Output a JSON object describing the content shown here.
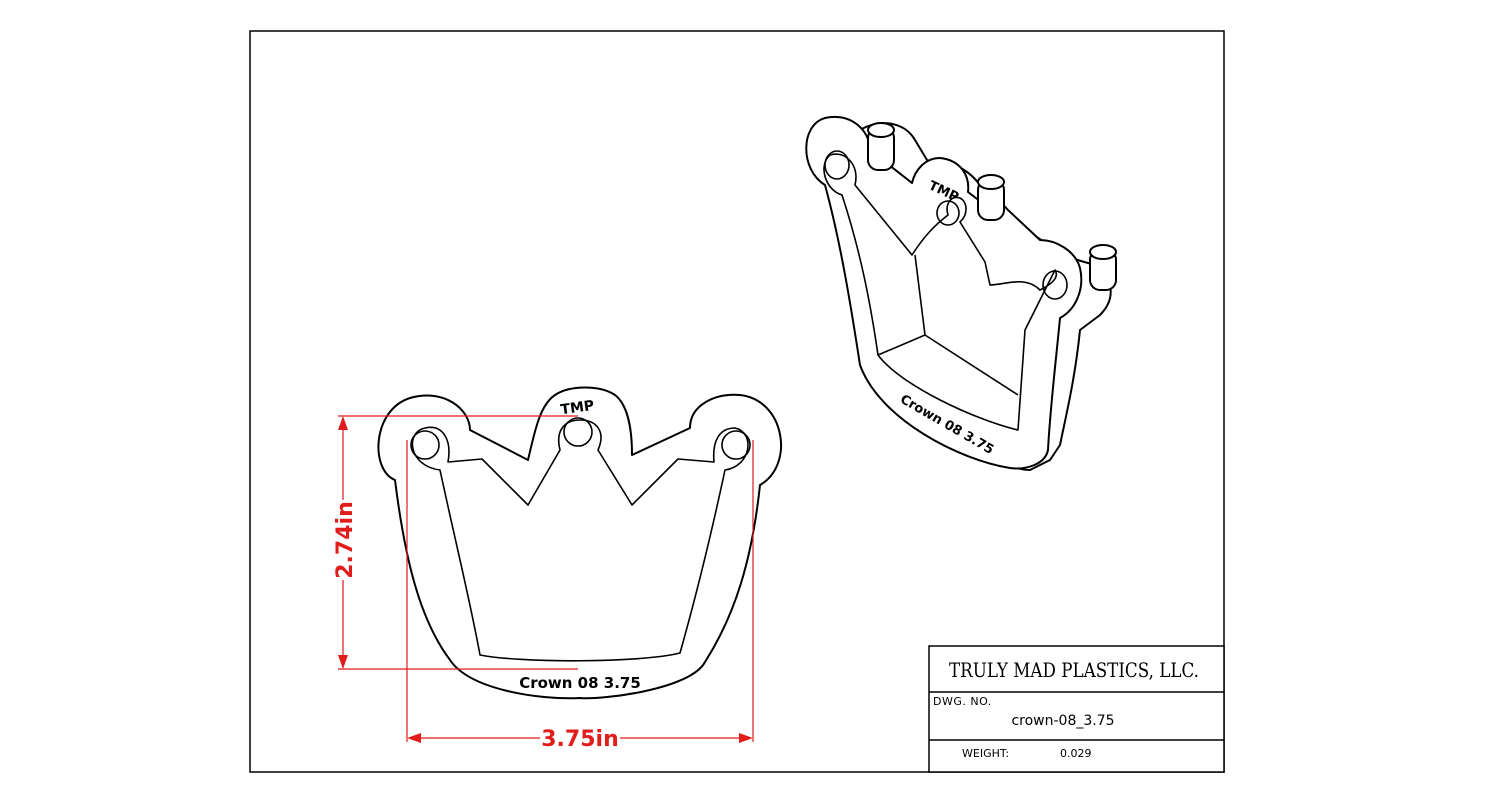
{
  "drawing": {
    "part_front": {
      "emboss_top": "TMP",
      "emboss_bottom": "Crown 08  3.75"
    },
    "part_iso": {
      "emboss_top": "TMP",
      "emboss_bottom": "Crown 08  3.75"
    },
    "dimensions": {
      "height_label": "2.74in",
      "width_label": "3.75in",
      "color": "#e21b1b"
    }
  },
  "title_block": {
    "company": "TRULY MAD PLASTICS, LLC.",
    "dwg_no_label": "DWG. NO.",
    "dwg_no_value": "crown-08_3.75",
    "weight_label": "WEIGHT:",
    "weight_value": "0.029"
  }
}
